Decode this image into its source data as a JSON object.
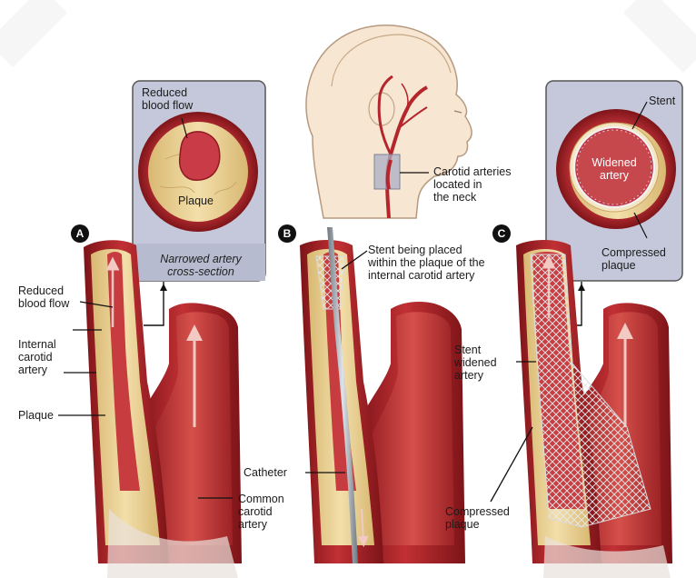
{
  "panels": {
    "a": {
      "badge": "A"
    },
    "b": {
      "badge": "B"
    },
    "c": {
      "badge": "C"
    }
  },
  "labels": {
    "reduced_blood_flow_inset": "Reduced\nblood flow",
    "plaque_inset": "Plaque",
    "narrowed_caption": "Narrowed artery\ncross-section",
    "reduced_blood_flow": "Reduced\nblood flow",
    "internal_carotid": "Internal\ncarotid\nartery",
    "plaque": "Plaque",
    "catheter": "Catheter",
    "common_carotid": "Common\ncarotid\nartery",
    "carotid_location": "Carotid arteries\nlocated in\nthe neck",
    "stent_being_placed": "Stent being placed\nwithin the plaque of the\ninternal carotid artery",
    "stent_inset": "Stent",
    "widened_inset": "Widened\nartery",
    "compressed_inset": "Compressed\nplaque",
    "stent_widened": "Stent\nwidened\nartery",
    "compressed_plaque": "Compressed\nplaque"
  },
  "colors": {
    "artery_wall": "#b3262c",
    "artery_dark": "#7c1418",
    "artery_light": "#d8544f",
    "lumen": "#c23a3a",
    "plaque": "#ecd296",
    "plaque_dark": "#c9a661",
    "inset_bg": "#c3c6d8",
    "skin": "#f4e3cf",
    "catheter": "#a9b0b8"
  },
  "icons": [
    "head-profile-illustration",
    "artery-cross-section",
    "carotid-artery-illustration",
    "stent-mesh",
    "catheter-line",
    "flow-arrow"
  ]
}
